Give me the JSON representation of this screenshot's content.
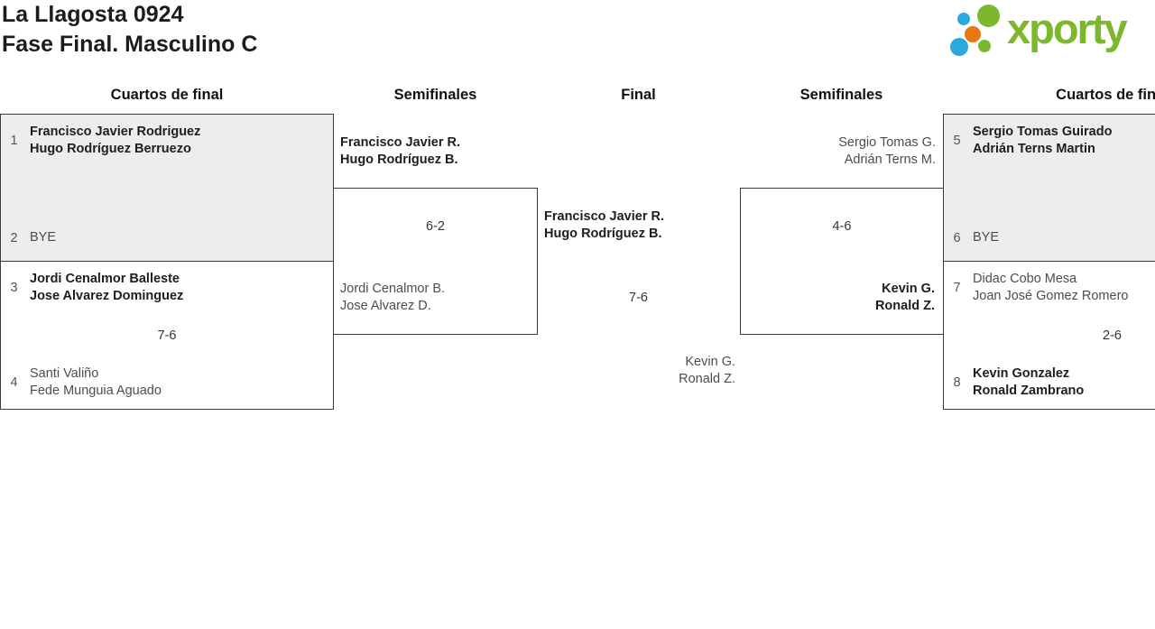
{
  "header": {
    "title_line1": "La Llagosta 0924",
    "title_line2": "Fase Final. Masculino C",
    "logo_text": "xporty"
  },
  "rounds": [
    {
      "label": "Cuartos de final"
    },
    {
      "label": "Semifinales"
    },
    {
      "label": "Final"
    },
    {
      "label": "Semifinales"
    },
    {
      "label": "Cuartos de final"
    }
  ],
  "matches": {
    "qf_left_1": {
      "seed_top": "1",
      "top_line1": "Francisco Javier Rodriguez",
      "top_line2": "Hugo Rodríguez Berruezo",
      "seed_bottom": "2",
      "bottom_line1": "BYE"
    },
    "qf_left_2": {
      "seed_top": "3",
      "top_line1": "Jordi Cenalmor Balleste",
      "top_line2": "Jose Alvarez Dominguez",
      "score": "7-6",
      "seed_bottom": "4",
      "bottom_line1": "Santi Valiño",
      "bottom_line2": "Fede Munguia Aguado"
    },
    "sf_left": {
      "top_line1": "Francisco Javier R.",
      "top_line2": "Hugo Rodríguez B.",
      "score": "6-2",
      "bottom_line1": "Jordi Cenalmor B.",
      "bottom_line2": "Jose Alvarez D."
    },
    "final": {
      "top_line1": "Francisco Javier R.",
      "top_line2": "Hugo Rodríguez B.",
      "score": "7-6",
      "bottom_line1": "Kevin G.",
      "bottom_line2": "Ronald Z."
    },
    "sf_right": {
      "top_line1": "Sergio Tomas G.",
      "top_line2": "Adrián Terns M.",
      "score": "4-6",
      "bottom_line1": "Kevin G.",
      "bottom_line2": "Ronald Z."
    },
    "qf_right_1": {
      "seed_top": "5",
      "top_line1": "Sergio Tomas Guirado",
      "top_line2": "Adrián Terns Martin",
      "seed_bottom": "6",
      "bottom_line1": "BYE"
    },
    "qf_right_2": {
      "seed_top": "7",
      "top_line1": "Didac Cobo Mesa",
      "top_line2": "Joan José Gomez Romero",
      "score": "2-6",
      "seed_bottom": "8",
      "bottom_line1": "Kevin Gonzalez",
      "bottom_line2": "Ronald Zambrano"
    }
  },
  "colors": {
    "logo_green": "#7cb82e",
    "logo_blue": "#2aa9e0",
    "logo_orange": "#e97812",
    "box_grey": "#ededed",
    "border": "#3c3c3c",
    "winner_text": "#1e1e1e",
    "loser_text": "#4d4d4d"
  }
}
